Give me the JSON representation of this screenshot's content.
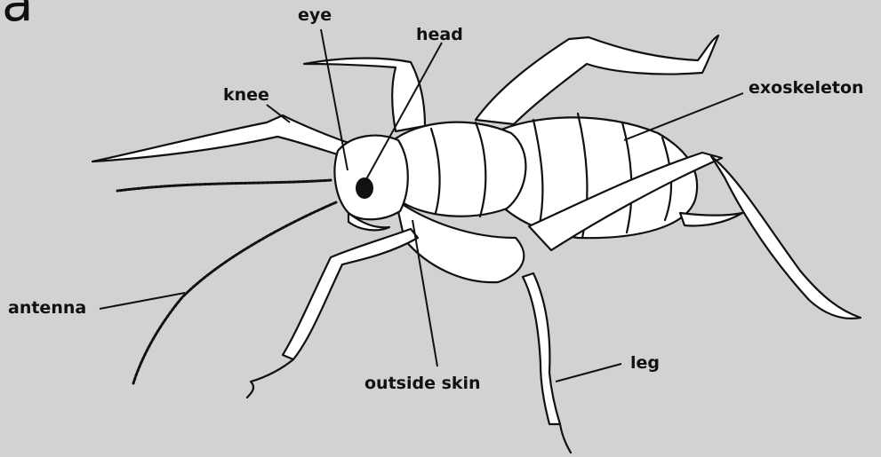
{
  "corner_letter": "a",
  "labels": {
    "eye": "eye",
    "head": "head",
    "knee": "knee",
    "exoskeleton": "exoskeleton",
    "antenna": "antenna",
    "outside_skin": "outside skin",
    "leg": "leg"
  }
}
